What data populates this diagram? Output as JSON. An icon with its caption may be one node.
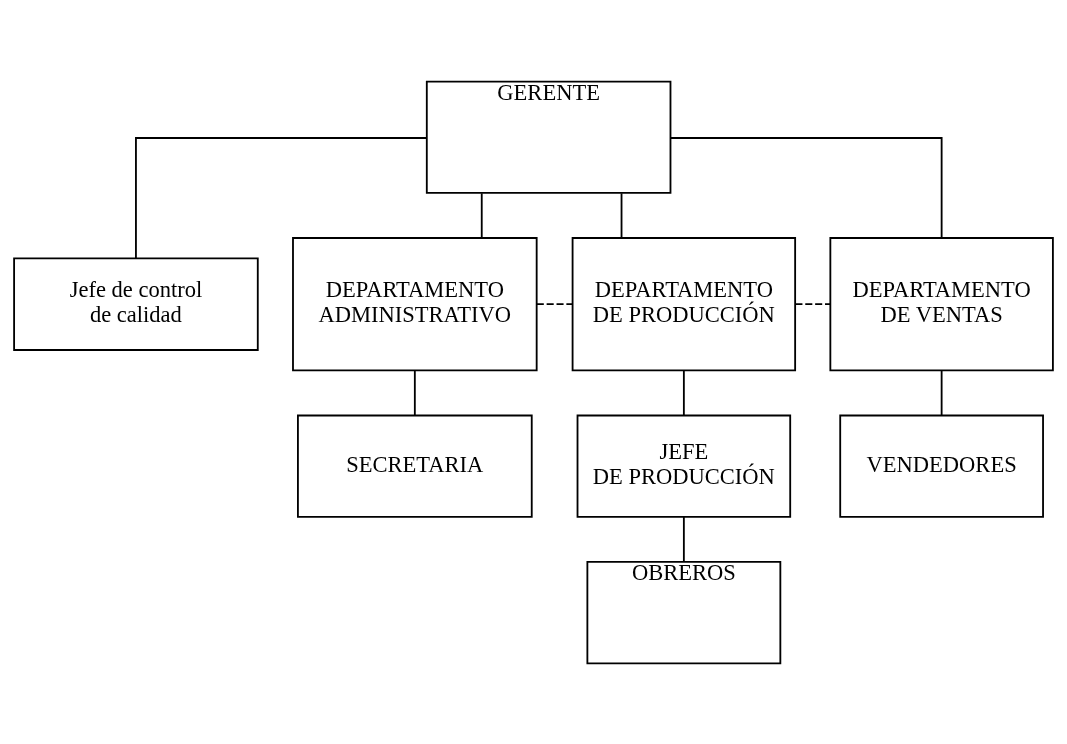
{
  "diagram": {
    "nodes": [
      {
        "text": [
          "GERENTE"
        ]
      },
      {
        "text": [
          "Jefe de control de calidad"
        ]
      },
      {
        "text": [
          "DEPARTAMENTO ADMINISTRATIVO"
        ]
      },
      {
        "text": [
          "DEPARTAMENTO DE PRODUCCIÓN"
        ]
      },
      {
        "text": [
          "DEPARTAMENTO DE VENTAS"
        ]
      },
      {
        "text": [
          "SECRETARIA"
        ]
      },
      {
        "text": [
          "JEFE DE PRODUCCIÓN"
        ]
      },
      {
        "text": [
          "VENDEDORES"
        ]
      },
      {
        "text": [
          "OBREROS"
        ]
      }
    ],
    "edges": [
      {
        "from": 0,
        "to": 1,
        "arrow": "none"
      },
      {
        "from": 0,
        "to": 2,
        "arrow": "none"
      },
      {
        "from": 0,
        "to": 3,
        "arrow": "none"
      },
      {
        "from": 0,
        "to": 4,
        "arrow": "none"
      },
      {
        "from": 2,
        "to": 3,
        "arrow": "none",
        "style": "dashed"
      },
      {
        "from": 3,
        "to": 4,
        "arrow": "none",
        "style": "dashed"
      },
      {
        "from": 2,
        "to": 5,
        "arrow": "none"
      },
      {
        "from": 3,
        "to": 6,
        "arrow": "none"
      },
      {
        "from": 4,
        "to": 7,
        "arrow": "none"
      },
      {
        "from": 6,
        "to": 8,
        "arrow": "none"
      }
    ]
  }
}
